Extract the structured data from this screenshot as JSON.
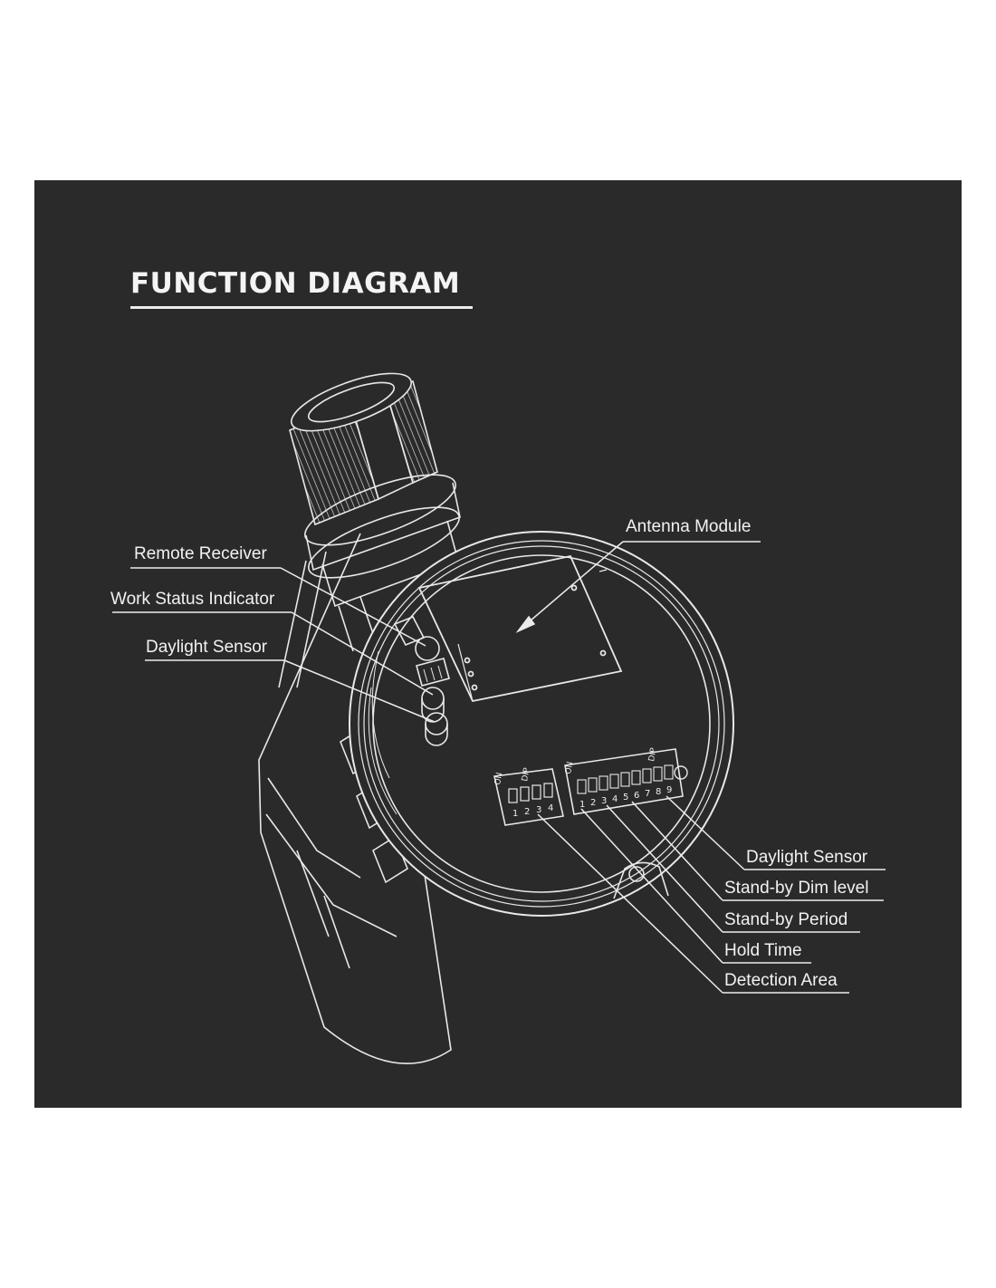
{
  "title": "FUNCTION DIAGRAM",
  "colors": {
    "panel": "#2a2a2a",
    "line": "#ececec",
    "text": "#f2f2f2",
    "page": "#ffffff"
  },
  "labels": {
    "antenna_module": "Antenna Module",
    "remote_receiver": "Remote Receiver",
    "work_status_indicator": "Work Status Indicator",
    "daylight_sensor_left": "Daylight  Sensor",
    "daylight_sensor_right": "Daylight  Sensor",
    "standby_dim_level": "Stand-by Dim level",
    "standby_period": "Stand-by Period",
    "hold_time": "Hold Time",
    "detection_area": "Detection Area"
  },
  "dip_switch_small": {
    "marking_on": "ON",
    "marking_dip": "DIP",
    "numbers": [
      "1",
      "2",
      "3",
      "4"
    ]
  },
  "dip_switch_large": {
    "marking_on": "ON",
    "marking_dip": "DIP",
    "numbers": [
      "1",
      "2",
      "3",
      "4",
      "5",
      "6",
      "7",
      "8",
      "9"
    ]
  }
}
